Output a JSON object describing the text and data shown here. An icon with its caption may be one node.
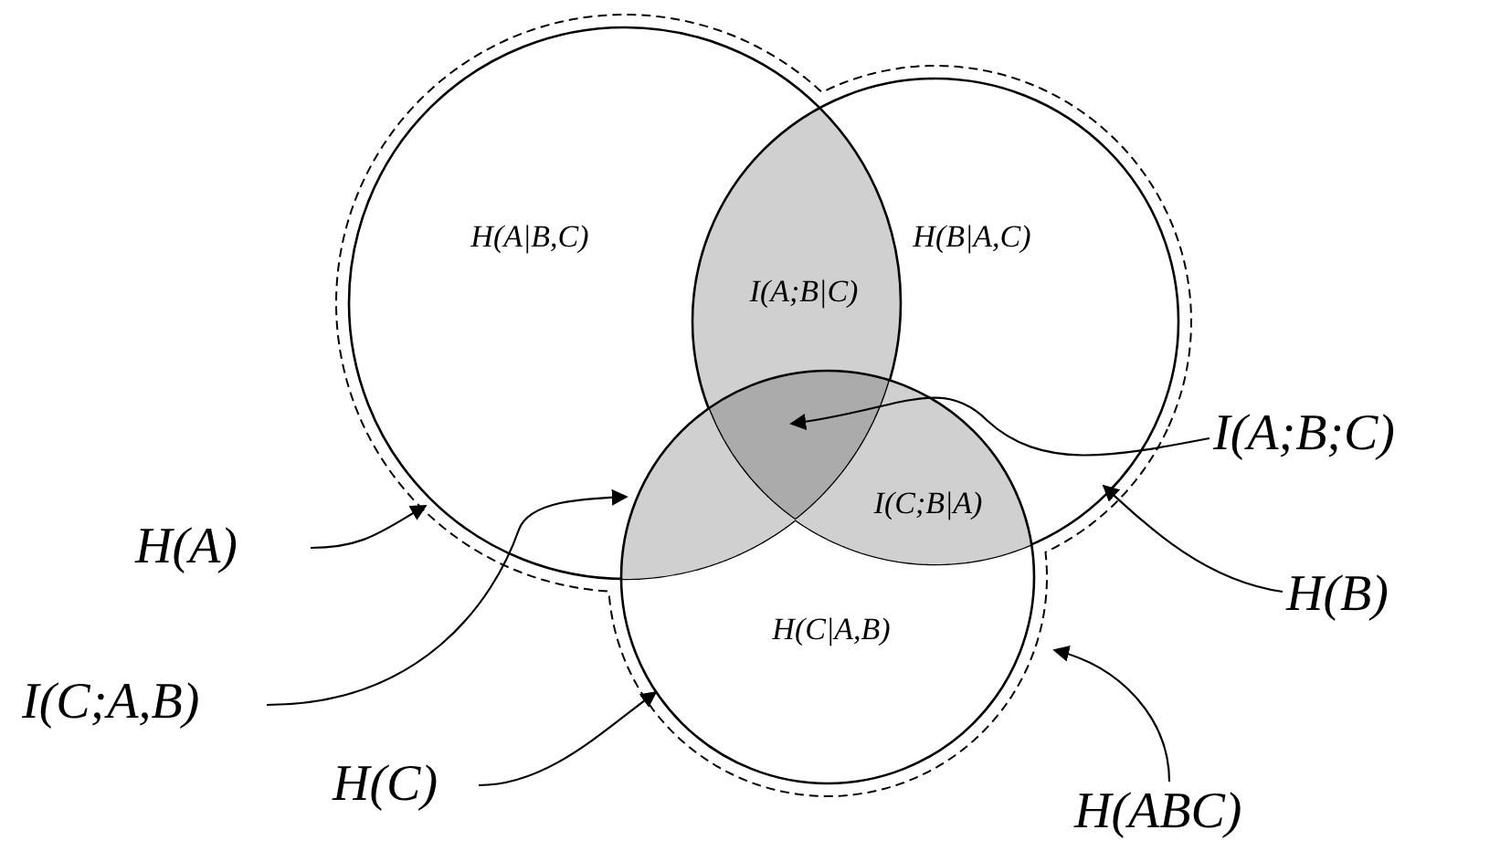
{
  "diagram": {
    "nodes": [
      {
        "text": [],
        "shape": "outline"
      },
      {
        "text": [],
        "shape": "circle",
        "in": 0
      },
      {
        "text": [],
        "shape": "circle",
        "in": 0
      },
      {
        "text": [],
        "shape": "circle",
        "in": 0
      },
      {
        "text": [],
        "shape": "region",
        "in": 3
      },
      {
        "text": [],
        "shape": "region"
      },
      {
        "text": [
          "I(A;B;C)"
        ]
      },
      {
        "text": [
          "H(A)"
        ]
      },
      {
        "text": [
          "H(B)"
        ]
      },
      {
        "text": [
          "I(C;A,B)"
        ]
      },
      {
        "text": [
          "H(C)"
        ]
      },
      {
        "text": [
          "H(ABC)"
        ]
      }
    ],
    "edges": [
      {
        "from": 6,
        "to": 5,
        "arrow": "to"
      },
      {
        "from": 7,
        "to": 1,
        "arrow": "to"
      },
      {
        "from": 8,
        "to": 2,
        "arrow": "to"
      },
      {
        "from": 9,
        "to": 4,
        "arrow": "to"
      },
      {
        "from": 10,
        "to": 3,
        "arrow": "to"
      },
      {
        "from": 11,
        "to": 0,
        "arrow": "to"
      }
    ],
    "labels": [
      "H(A|B,C)",
      "H(B|A,C)",
      "I(A;B|C)",
      "I(C;B|A)",
      "H(C|A,B)"
    ]
  }
}
